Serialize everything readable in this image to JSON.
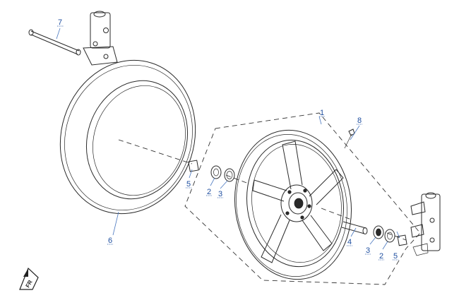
{
  "callouts": [
    {
      "id": "7a",
      "label": "7"
    },
    {
      "id": "1",
      "label": "1"
    },
    {
      "id": "8",
      "label": "8"
    },
    {
      "id": "5a",
      "label": "5"
    },
    {
      "id": "2a",
      "label": "2"
    },
    {
      "id": "3a",
      "label": "3"
    },
    {
      "id": "6",
      "label": "6"
    },
    {
      "id": "4",
      "label": "4"
    },
    {
      "id": "3b",
      "label": "3"
    },
    {
      "id": "2b",
      "label": "2"
    },
    {
      "id": "5b",
      "label": "5"
    }
  ],
  "direction_badge": "FR",
  "colors": {
    "callout": "#1f4fa0",
    "line": "#2a2a2a"
  }
}
